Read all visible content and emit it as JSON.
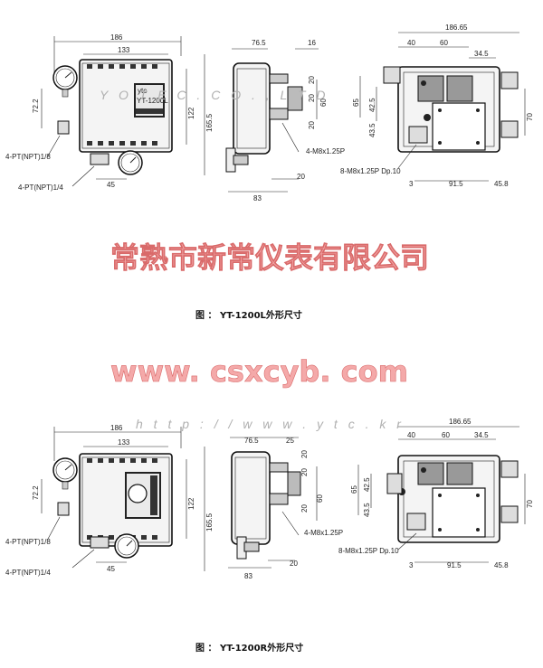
{
  "watermarks": {
    "company": "常熟市新常仪表有限公司",
    "website": "www. csxcyb. com",
    "url1": "Y O T E C . C O . , L T D",
    "url2": "h t t p : / / w w w . y t c . k r"
  },
  "top_drawing": {
    "caption": "图 ： YT-1200L外形尺寸",
    "front": {
      "d186": "186",
      "d133": "133",
      "d722": "72.2",
      "d122": "122",
      "d1655": "165.5",
      "d45": "45",
      "npt18": "4-PT(NPT)1/8",
      "npt14": "4-PT(NPT)1/4"
    },
    "side": {
      "d765": "76.5",
      "d16": "16",
      "d20a": "20",
      "d20b": "20",
      "d60": "60",
      "d20c": "20",
      "m8": "4-M8x1.25P",
      "d20d": "20",
      "d83": "83"
    },
    "back": {
      "d18665": "186.65",
      "d40": "40",
      "d60": "60",
      "d345": "34.5",
      "d65": "65",
      "d425": "42.5",
      "d435": "43.5",
      "d70": "70",
      "m8dp": "8-M8x1.25P Dp.10",
      "d3": "3",
      "d915": "91.5",
      "d458": "45.8"
    }
  },
  "bottom_drawing": {
    "caption": "图 ： YT-1200R外形尺寸",
    "front": {
      "d186": "186",
      "d133": "133",
      "d722": "72.2",
      "d122": "122",
      "d1655": "165.5",
      "d45": "45",
      "npt18": "4-PT(NPT)1/8",
      "npt14": "4-PT(NPT)1/4"
    },
    "side": {
      "d765": "76.5",
      "d25": "25",
      "d20a": "20",
      "d20b": "20",
      "d60": "60",
      "d20c": "20",
      "m8": "4-M8x1.25P",
      "d20d": "20",
      "d83": "83"
    },
    "back": {
      "d18665": "186.65",
      "d40": "40",
      "d60": "60",
      "d345": "34.5",
      "d65": "65",
      "d425": "42.5",
      "d435": "43.5",
      "d70": "70",
      "m8dp": "8-M8x1.25P Dp.10",
      "d3": "3",
      "d915": "91.5",
      "d458": "45.8"
    }
  },
  "icons": {
    "gauge": "pressure-gauge-icon",
    "label": "nameplate"
  }
}
